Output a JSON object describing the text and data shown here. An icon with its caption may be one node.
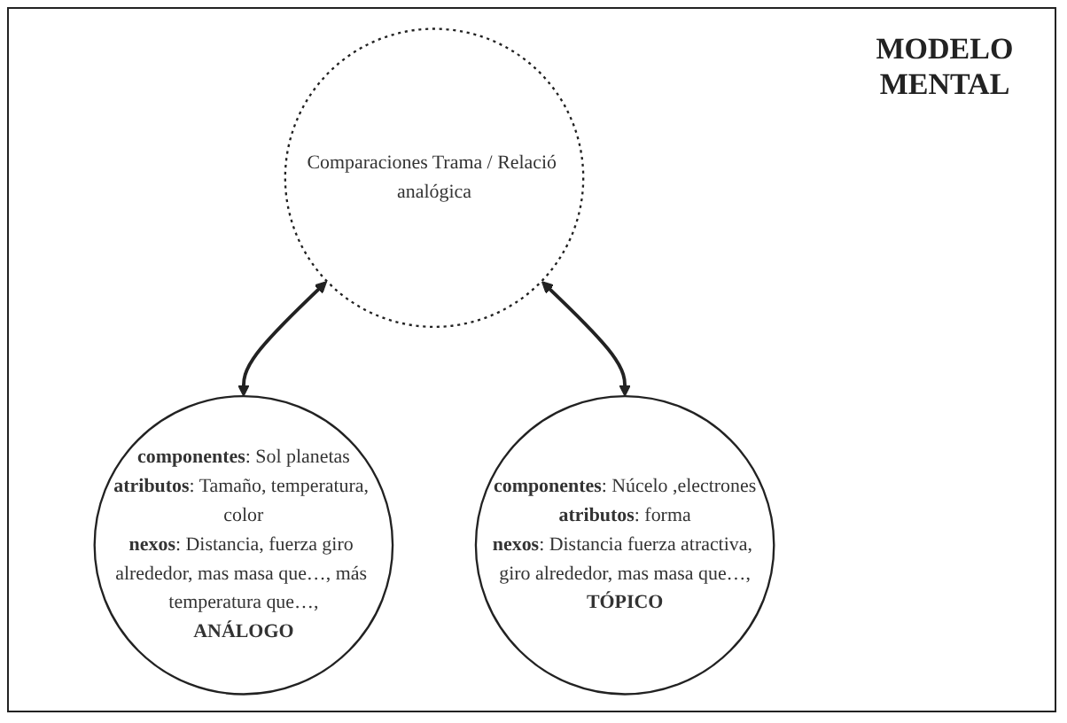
{
  "diagram": {
    "nodes": [
      {
        "text": [
          "Comparaciones Trama / Relació analógica"
        ]
      },
      {
        "text": [
          "**componentes**: Sol planetas",
          "**atributos**: Tamaño, temperatura, color",
          "**nexos**: Distancia, fuerza giro alrededor, mas masa que…, más temperatura que…,",
          "ANÁLOGO"
        ]
      },
      {
        "text": [
          "**componentes**: Núcelo ,electrones",
          "**atributos**: forma",
          "**nexos**: Distancia fuerza atractiva, giro alrededor, mas masa que…,",
          "TÓPICO"
        ]
      }
    ],
    "edges": [
      {
        "from": 0,
        "to": 1,
        "arrow": "both"
      },
      {
        "from": 0,
        "to": 2,
        "arrow": "both"
      }
    ],
    "labels": [
      "MODELO MENTAL"
    ]
  }
}
